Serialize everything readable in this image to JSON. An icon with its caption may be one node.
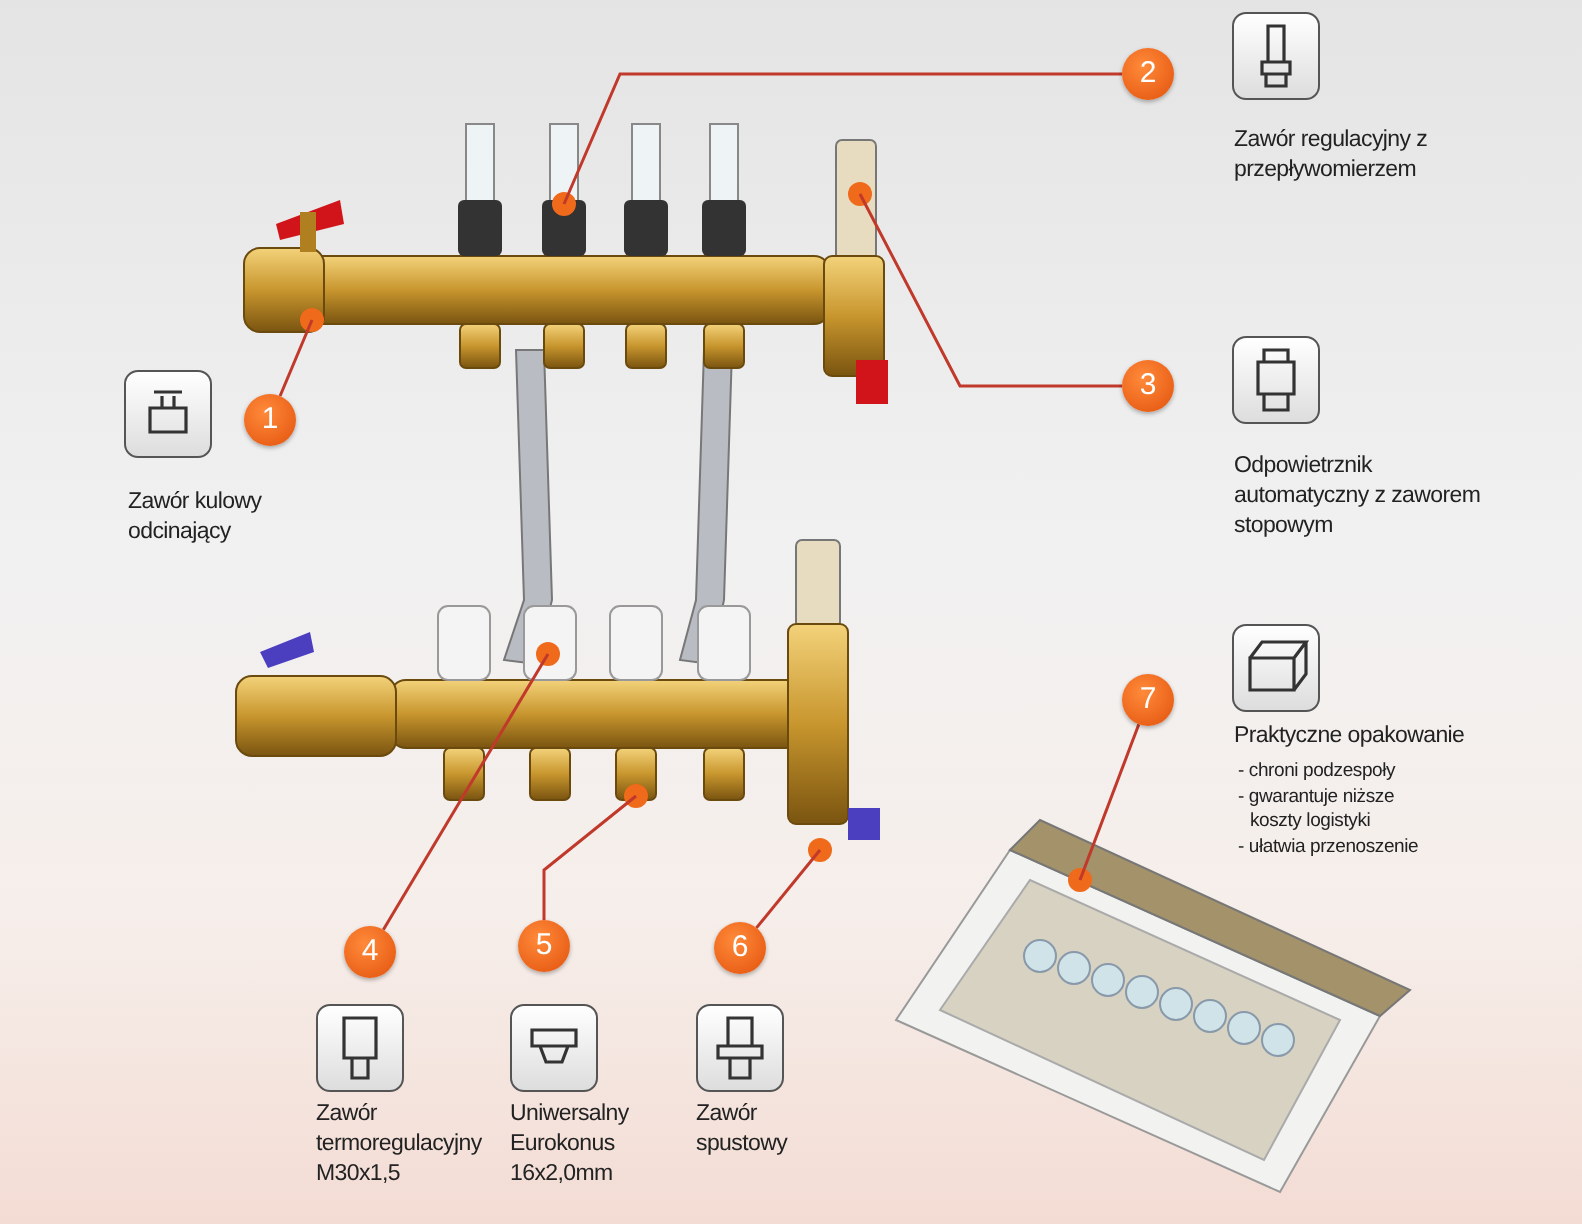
{
  "diagram": {
    "nodes": [
      {
        "text": [
          "1"
        ],
        "beside": [
          "Zawór kulowy odcinający"
        ]
      },
      {
        "text": [
          "2"
        ],
        "beside": [
          "Zawór regulacyjny z przepływomierzem"
        ]
      },
      {
        "text": [
          "3"
        ],
        "beside": [
          "Odpowietrznik automatyczny z zaworem stopowym"
        ]
      },
      {
        "text": [
          "4"
        ]
      },
      {
        "text": [
          "5"
        ]
      },
      {
        "text": [
          "6"
        ]
      },
      {
        "text": [
          "7"
        ],
        "beside": [
          "Praktyczne opakowanie",
          "- chroni podzespoły",
          "- gwarantuje niższe koszty logistyki",
          "- ułatwia przenoszenie"
        ]
      }
    ],
    "edges": [
      {
        "from": 0,
        "to": null,
        "arrow": "none"
      },
      {
        "from": 1,
        "to": null,
        "arrow": "none"
      },
      {
        "from": 2,
        "to": null,
        "arrow": "none"
      },
      {
        "from": 3,
        "to": null,
        "arrow": "none"
      },
      {
        "from": 4,
        "to": null,
        "arrow": "none"
      },
      {
        "from": 5,
        "to": null,
        "arrow": "none"
      },
      {
        "from": 6,
        "to": null,
        "arrow": "none"
      }
    ],
    "labels": [
      "Zawór termoregulacyjny M30x1,5",
      "Uniwersalny Eurokonus 16x2,0mm",
      "Zawór spustowy"
    ]
  }
}
